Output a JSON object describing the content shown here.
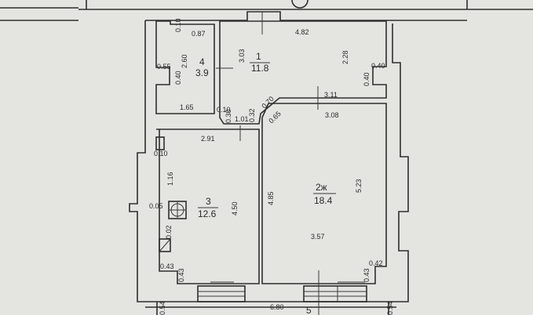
{
  "rooms": [
    {
      "number": "1",
      "area": "11.8"
    },
    {
      "number": "2ж",
      "area": "18.4"
    },
    {
      "number": "3",
      "area": "12.6"
    },
    {
      "number": "4",
      "area": "3.9"
    }
  ],
  "dimensions": {
    "r4_top": "0.87",
    "r4_height": "2.60",
    "r4_notch_w": "0.55",
    "r4_notch_h": "0.40",
    "r4_bottom": "1.65",
    "r4_corner": "0.10",
    "r1_top": "4.82",
    "r1_left": "3.03",
    "r1_right": "2.28",
    "r1_notch_w": "0.40",
    "r1_notch_h": "0.40",
    "r1_bottom": "3.11",
    "diag_a": "0.70",
    "diag_b": "0.32",
    "door": "1.01",
    "small_a": "0.10",
    "small_b": "0.30",
    "r2_top": "3.08",
    "r2_diag": "0.65",
    "r2_left": "4.85",
    "r2_right": "5.23",
    "r2_bottom": "3.57",
    "r2_notch_w": "0.42",
    "r2_notch_h": "0.43",
    "r3_top": "2.91",
    "r3_small": "0.10",
    "r3_left": "1.16",
    "r3_right": "4.50",
    "r3_offset": "0.05",
    "r3_vent": "0.02",
    "r3_notch_w": "0.43",
    "r3_notch_h": "0.43",
    "outer_bottom": "6.80",
    "outer_left": "0.54",
    "outer_right": "0.54",
    "axis": "5"
  }
}
